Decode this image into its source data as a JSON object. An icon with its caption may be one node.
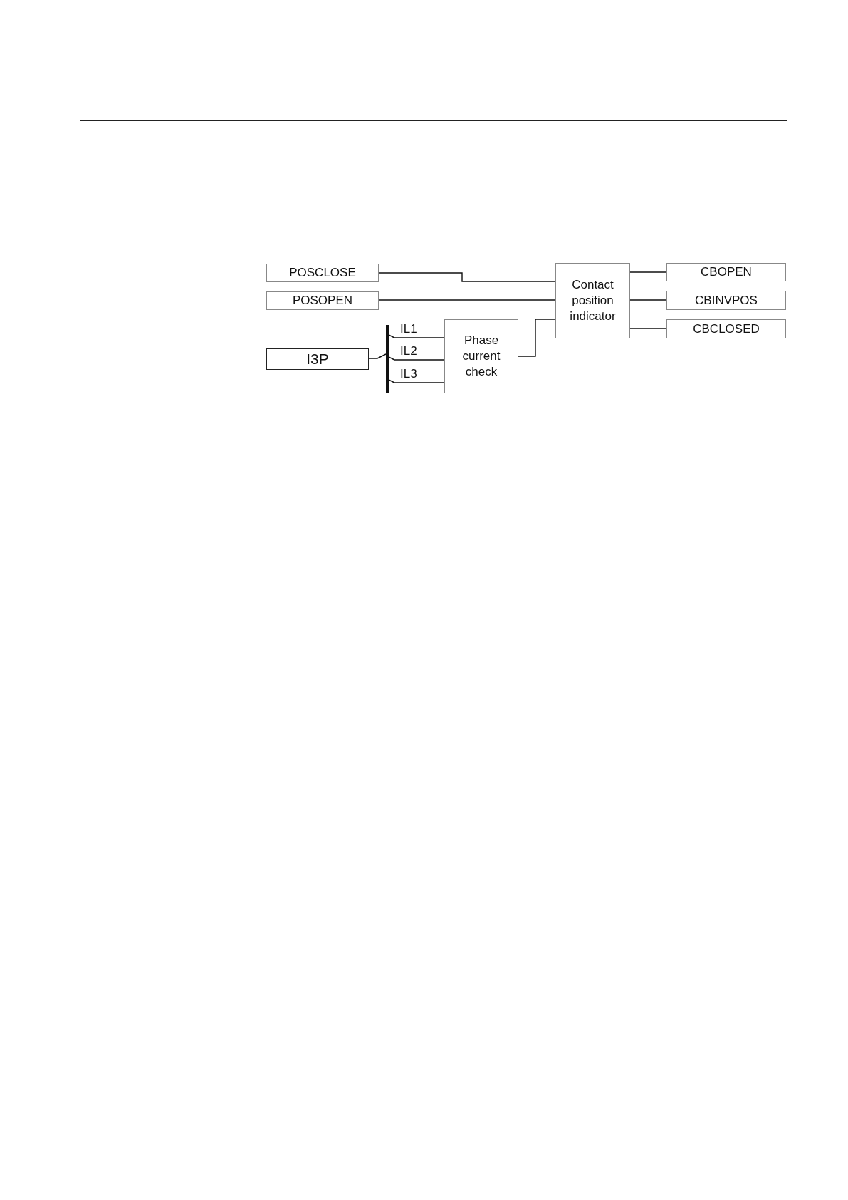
{
  "diagram": {
    "nodes": [
      {
        "text": [
          "POSCLOSE"
        ]
      },
      {
        "text": [
          "POSOPEN"
        ]
      },
      {
        "text": [
          "Contact position indicator"
        ]
      },
      {
        "text": [
          "CBOPEN"
        ]
      },
      {
        "text": [
          "CBINVPOS"
        ]
      },
      {
        "text": [
          "CBCLOSED"
        ]
      },
      {
        "text": [
          "I3P"
        ]
      },
      {
        "text": [],
        "shape": "bar"
      },
      {
        "text": [
          "Phase current check"
        ]
      }
    ],
    "edges": [
      {
        "from": 0,
        "to": 2,
        "arrow": "none"
      },
      {
        "from": 1,
        "to": 2,
        "arrow": "none"
      },
      {
        "from": 8,
        "to": 2,
        "arrow": "none"
      },
      {
        "from": 2,
        "to": 3,
        "arrow": "none"
      },
      {
        "from": 2,
        "to": 4,
        "arrow": "none"
      },
      {
        "from": 2,
        "to": 5,
        "arrow": "none"
      },
      {
        "from": 6,
        "to": 7,
        "arrow": "none"
      },
      {
        "from": 7,
        "to": 8,
        "label": "IL1",
        "arrow": "none"
      },
      {
        "from": 7,
        "to": 8,
        "label": "IL2",
        "arrow": "none"
      },
      {
        "from": 7,
        "to": 8,
        "label": "IL3",
        "arrow": "none"
      }
    ]
  }
}
